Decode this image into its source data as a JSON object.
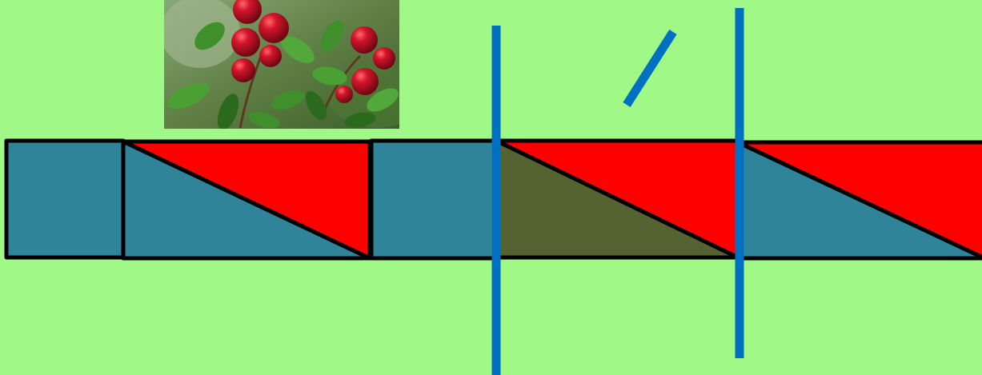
{
  "colors": {
    "background": "#a0f887",
    "teal": "#2f849a",
    "red": "#ff0000",
    "olive": "#556231",
    "outline": "#000000",
    "divider_blue": "#0070c0"
  },
  "photo": {
    "subject": "lingonberry-cluster",
    "colors": {
      "leaf": "#3f8f2a",
      "leaf_dark": "#2b6a1c",
      "berry": "#c10f25",
      "berry_dark": "#7c0a18",
      "backdrop": "#6f8d55"
    }
  },
  "strip": {
    "segments": [
      {
        "kind": "square",
        "fill": "teal"
      },
      {
        "kind": "diagonal-split",
        "upper": "red",
        "lower": "teal"
      },
      {
        "kind": "square",
        "fill": "teal"
      },
      {
        "kind": "diagonal-split",
        "upper": "red",
        "lower": "olive"
      },
      {
        "kind": "diagonal-split",
        "upper": "red",
        "lower": "teal"
      }
    ]
  },
  "dividers": [
    {
      "name": "vertical-line-left"
    },
    {
      "name": "vertical-line-right"
    },
    {
      "name": "slanted-tick"
    }
  ]
}
